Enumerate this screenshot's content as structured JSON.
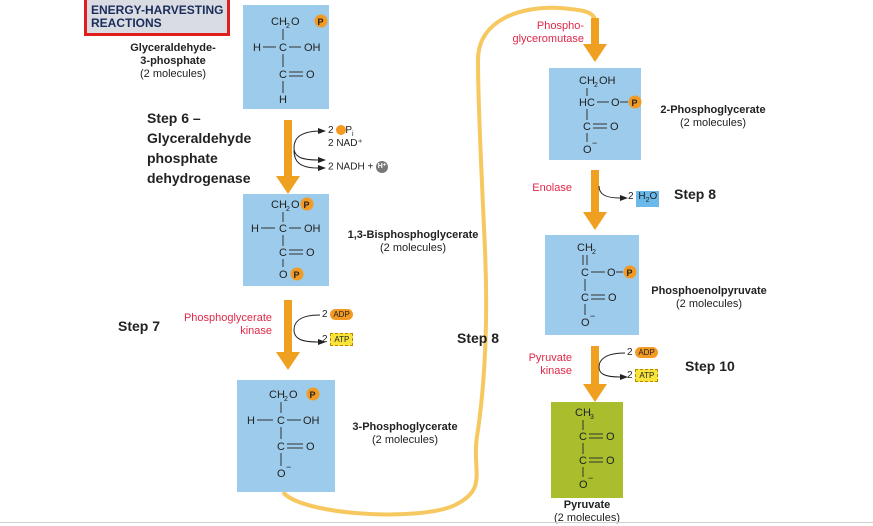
{
  "badge": {
    "line1": "ENERGY-HARVESTING",
    "line2": "REACTIONS"
  },
  "colors": {
    "molecule": "#9ccbeb",
    "pyruvate": "#a9bd2d",
    "arrow": "#f0a020",
    "phosphate": "#f39a22",
    "enzyme": "#e0284a",
    "loop": "#f6c85f",
    "badge_border": "#e01e1e"
  },
  "molecules": {
    "g3p": {
      "name1": "Glyceraldehyde-",
      "name2": "3-phosphate",
      "count": "(2 molecules)"
    },
    "bpg": {
      "name": "1,3-Bisphosphoglycerate",
      "count": "(2 molecules)"
    },
    "pg3": {
      "name": "3-Phosphoglycerate",
      "count": "(2 molecules)"
    },
    "pg2": {
      "name": "2-Phosphoglycerate",
      "count": "(2 molecules)"
    },
    "pep": {
      "name": "Phosphoenolpyruvate",
      "count": "(2 molecules)"
    },
    "pyr": {
      "name": "Pyruvate",
      "count": "(2 molecules)"
    }
  },
  "atoms": {
    "ch2o": "CH",
    "two": "2",
    "o": "O",
    "oh": "OH",
    "h": "H",
    "c": "C",
    "hc": "HC",
    "p": "P",
    "ch": "CH",
    "three": "3",
    "minus": "−"
  },
  "steps": {
    "s6_line1": "Step 6 –",
    "s6_line2": "Glyceraldehyde",
    "s6_line3": "phosphate",
    "s6_line4": "dehydrogenase",
    "s7": "Step 7",
    "s8_loop": "Step 8",
    "s8": "Step 8",
    "s10": "Step 10"
  },
  "enzymes": {
    "pgk_1": "Phosphoglycerate",
    "pgk_2": "kinase",
    "pgm_1": "Phospho-",
    "pgm_2": "glyceromutase",
    "enolase": "Enolase",
    "pk_1": "Pyruvate",
    "pk_2": "kinase"
  },
  "side": {
    "s6_pi_n": "2",
    "s6_pi": "P",
    "s6_pi_sub": "i",
    "s6_nad": "2  NAD⁺",
    "s6_nadh": "2  NADH + ",
    "s6_h": "H⁺",
    "s7_adp_n": "2",
    "adp": "ADP",
    "s7_atp_n": "2",
    "atp": "ATP",
    "s8_h2o_n": "2",
    "h2o_h": "H",
    "h2o_sub": "2",
    "h2o_o": "O",
    "s10_adp_n": "2",
    "s10_atp_n": "2"
  }
}
